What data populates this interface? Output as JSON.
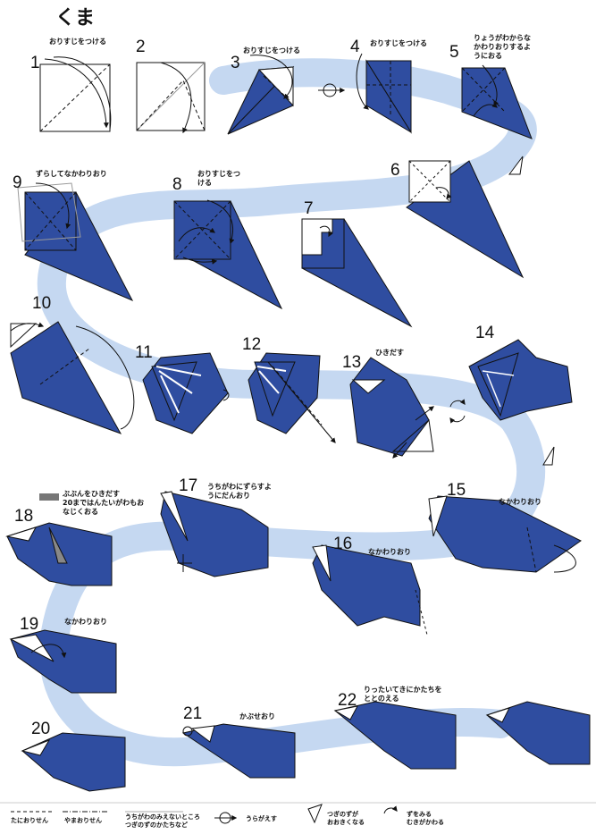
{
  "title": "くま",
  "colors": {
    "paper_blue": "#2f4da0",
    "path_light": "#c5d8f1",
    "line": "#111111",
    "white": "#ffffff"
  },
  "steps": [
    {
      "n": "1",
      "note": "おりすじをつける"
    },
    {
      "n": "2",
      "note": ""
    },
    {
      "n": "3",
      "note": "おりすじをつける"
    },
    {
      "n": "4",
      "note": "おりすじをつける"
    },
    {
      "n": "5",
      "note": "りょうがわからな\nかわりおりするよ\nうにおる"
    },
    {
      "n": "6",
      "note": ""
    },
    {
      "n": "7",
      "note": ""
    },
    {
      "n": "8",
      "note": "おりすじをつ\nける"
    },
    {
      "n": "9",
      "note": "ずらしてなかわりおり"
    },
    {
      "n": "10",
      "note": ""
    },
    {
      "n": "11",
      "note": ""
    },
    {
      "n": "12",
      "note": ""
    },
    {
      "n": "13",
      "note": "ひきだす"
    },
    {
      "n": "14",
      "note": ""
    },
    {
      "n": "15",
      "note": "なかわりおり"
    },
    {
      "n": "16",
      "note": "なかわりおり"
    },
    {
      "n": "17",
      "note": "うちがわにずらすよ\nうにだんおり"
    },
    {
      "n": "18",
      "note": "ぶぶんをひきだす\n20まではんたいがわもお\nなじくおる"
    },
    {
      "n": "19",
      "note": "なかわりおり"
    },
    {
      "n": "20",
      "note": ""
    },
    {
      "n": "21",
      "note": "かぶせおり"
    },
    {
      "n": "22",
      "note": "りったいてきにかたちを\nととのえる"
    }
  ],
  "legend": [
    {
      "icon": "valley-fold-line",
      "label": "たにおりせん"
    },
    {
      "icon": "mountain-fold-line",
      "label": "やまおりせん"
    },
    {
      "icon": "hidden-line",
      "label": "うちがわのみえないところ\nつぎのずのかたちなど"
    },
    {
      "icon": "turn-over-arrow",
      "label": "うらがえす"
    },
    {
      "icon": "enlarge-arrow",
      "label": "つぎのずが\nおおきくなる"
    },
    {
      "icon": "rotate-arrows",
      "label": "ずをみる\nむきがかわる"
    }
  ]
}
